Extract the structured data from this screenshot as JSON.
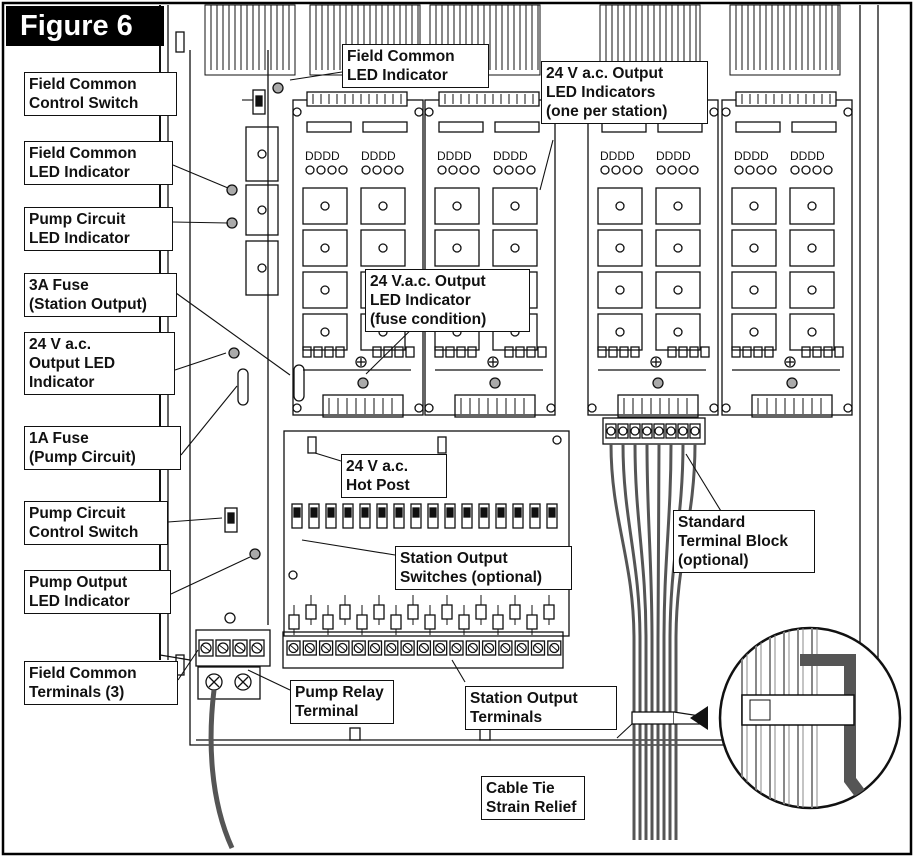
{
  "figure_title": "Figure 6",
  "labels": {
    "field_common_led_top": "Field Common\nLED Indicator",
    "field_common_control_switch": "Field Common\nControl Switch",
    "output_led_indicators": "24 V a.c. Output\nLED Indicators\n(one per station)",
    "field_common_led_left": "Field Common\nLED Indicator",
    "pump_circuit_led": "Pump Circuit\nLED Indicator",
    "fuse_3a": "3A Fuse\n(Station Output)",
    "fuse_condition_led": "24 V.a.c. Output\nLED Indicator\n(fuse condition)",
    "output_led_indicator": "24 V a.c.\nOutput LED\nIndicator",
    "fuse_1a": "1A Fuse\n(Pump Circuit)",
    "hot_post": "24 V a.c.\nHot Post",
    "pump_circuit_control_switch": "Pump Circuit\nControl Switch",
    "standard_terminal_block": "Standard\nTerminal Block\n(optional)",
    "station_output_switches": "Station Output\nSwitches (optional)",
    "pump_output_led": "Pump Output\nLED Indicator",
    "field_common_terminals": "Field Common\nTerminals (3)",
    "pump_relay_terminal": "Pump Relay\nTerminal",
    "station_output_terminals": "Station Output\nTerminals",
    "cable_tie": "Cable Tie\nStrain Relief"
  },
  "module_letters": "DDDD"
}
